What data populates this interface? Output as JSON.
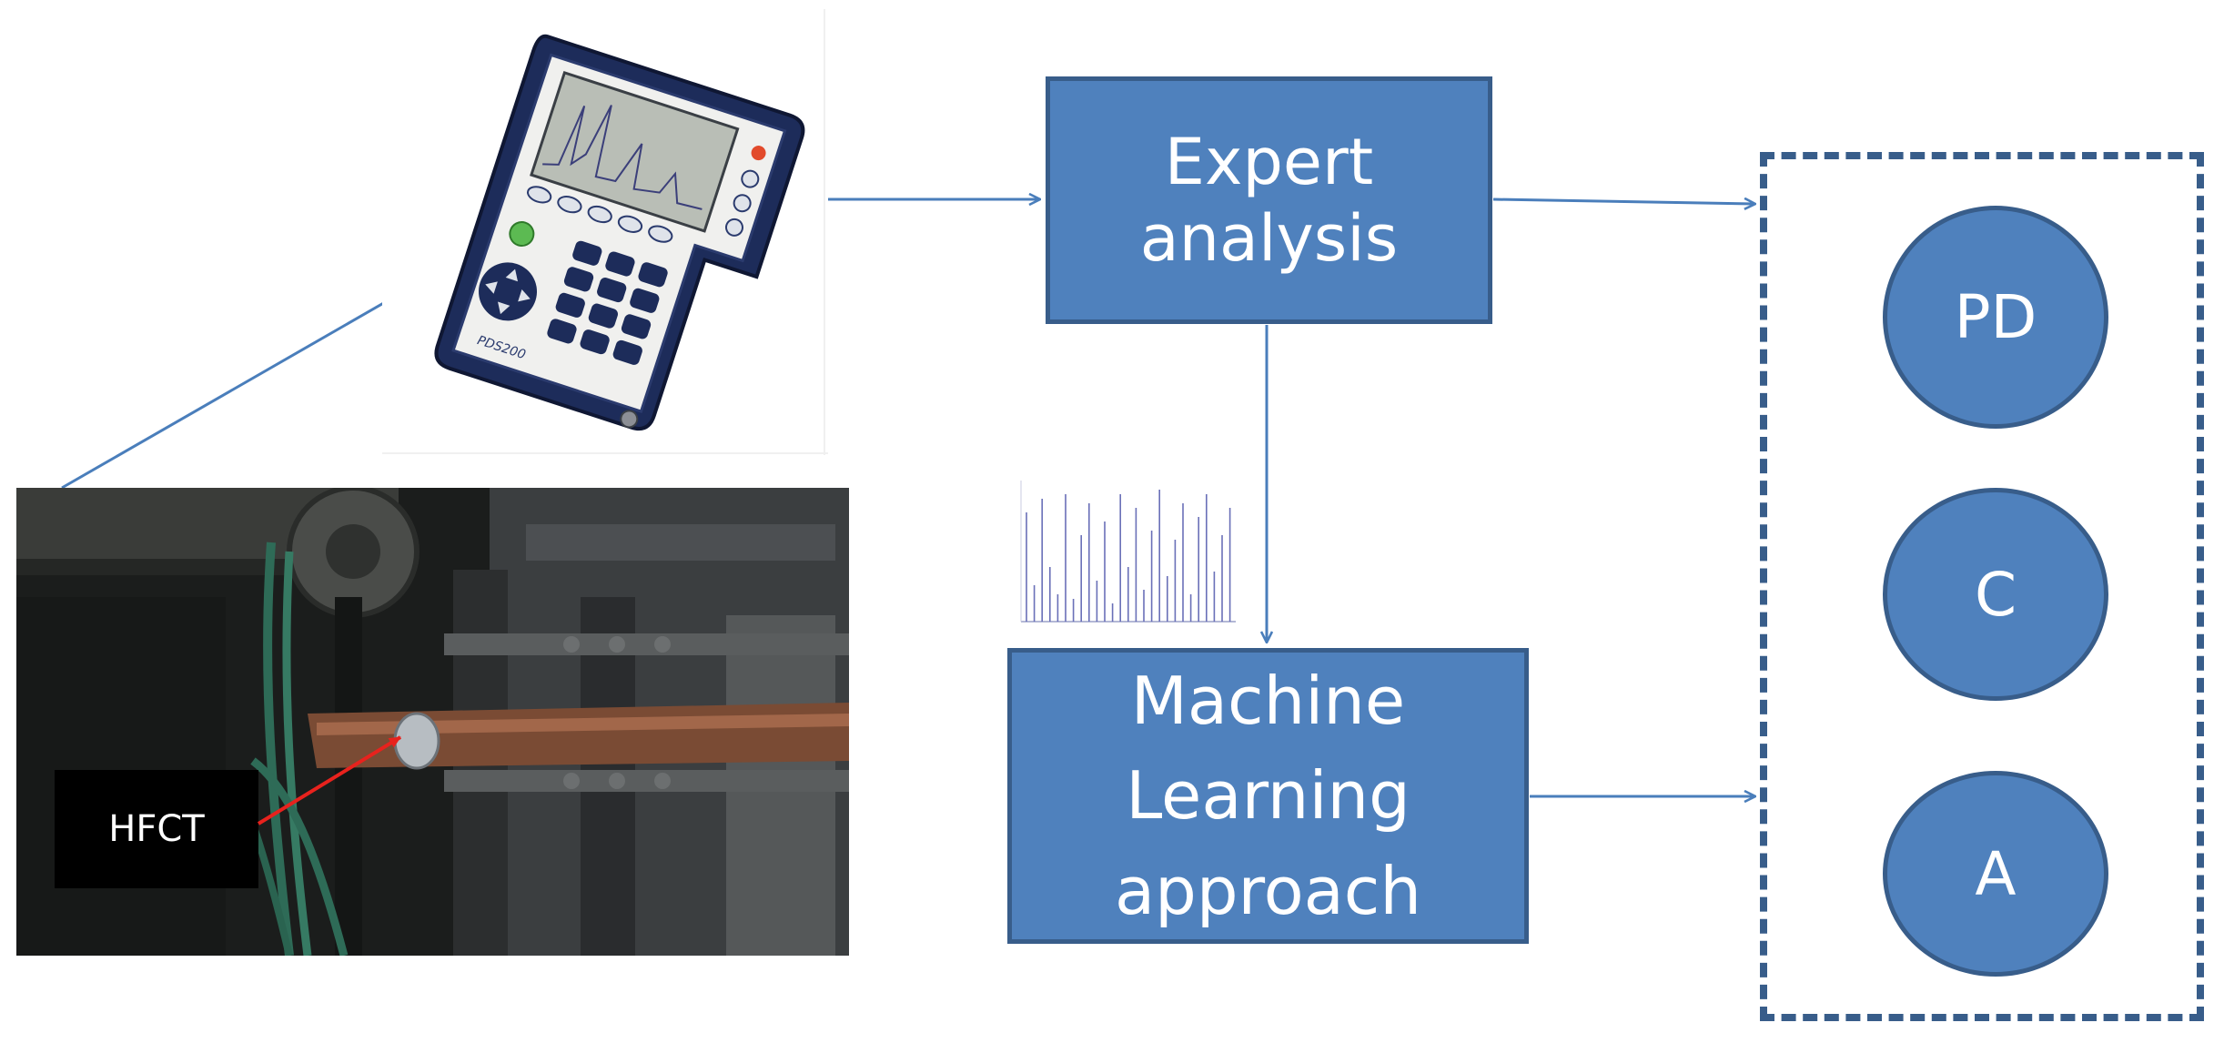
{
  "boxes": {
    "expert": "Expert\nanalysis",
    "ml": "Machine\nLearning\napproach"
  },
  "outcomes": {
    "pd": "PD",
    "c": "C",
    "a": "A"
  },
  "photo": {
    "sensor_label": "HFCT"
  },
  "device": {
    "model": "PDS200"
  },
  "colors": {
    "box_fill": "#4f81bd",
    "box_border": "#385d8a",
    "arrow": "#4a7ebb",
    "pointer": "#e8221d"
  }
}
